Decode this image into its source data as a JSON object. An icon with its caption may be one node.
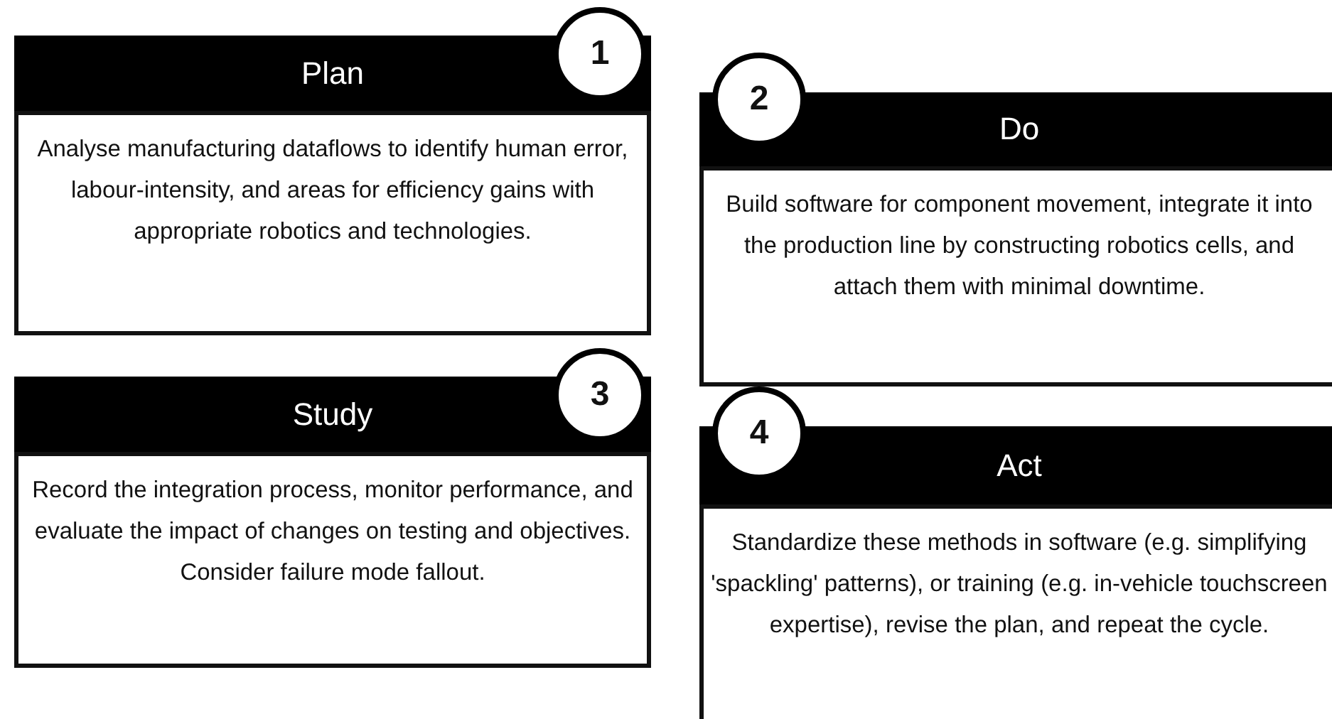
{
  "diagram": {
    "nodes": [
      {
        "text": [
          "Plan",
          "Analyse manufacturing dataflows to identify human error, labour-intensity, and areas for efficiency gains with appropriate robotics and technologies."
        ]
      },
      {
        "text": [
          "1"
        ]
      },
      {
        "text": [
          "2"
        ]
      },
      {
        "text": [
          "Do",
          "Build software for component movement, integrate it into the production line by constructing robotics cells, and attach them with minimal downtime."
        ]
      },
      {
        "text": [
          "Study",
          "Record the integration process, monitor performance, and evaluate the impact of changes on testing and objectives. Consider failure mode fallout."
        ]
      },
      {
        "text": [
          "3"
        ]
      },
      {
        "text": [
          "4"
        ]
      },
      {
        "text": [
          "Act",
          "Standardize these methods in software (e.g. simplifying 'spackling' patterns), or training (e.g. in-vehicle touchscreen expertise), revise the plan, and repeat the cycle."
        ]
      }
    ]
  }
}
